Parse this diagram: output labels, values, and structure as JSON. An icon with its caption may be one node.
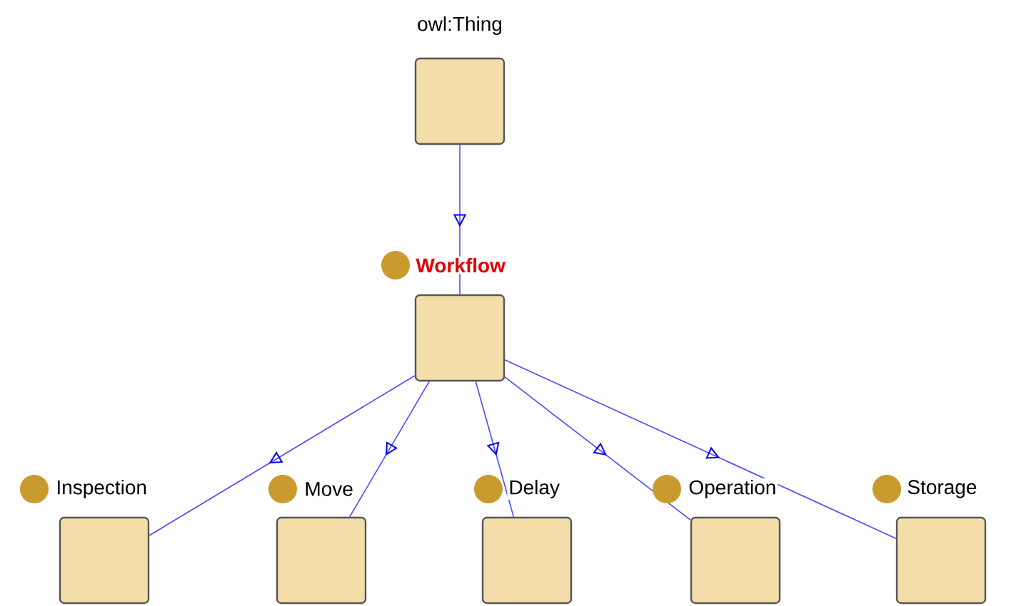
{
  "diagram": {
    "nodes": [
      {
        "text": [
          "owl:Thing"
        ]
      },
      {
        "text": [
          "Workflow"
        ]
      },
      {
        "text": [
          "Inspection"
        ]
      },
      {
        "text": [
          "Move"
        ]
      },
      {
        "text": [
          "Delay"
        ]
      },
      {
        "text": [
          "Operation"
        ]
      },
      {
        "text": [
          "Storage"
        ]
      }
    ],
    "edges": [
      {
        "from": 0,
        "to": 1,
        "arrow": "to"
      },
      {
        "from": 1,
        "to": 2,
        "arrow": "to"
      },
      {
        "from": 1,
        "to": 3,
        "arrow": "to"
      },
      {
        "from": 1,
        "to": 4,
        "arrow": "to"
      },
      {
        "from": 1,
        "to": 5,
        "arrow": "to"
      },
      {
        "from": 1,
        "to": 6,
        "arrow": "to"
      }
    ]
  }
}
